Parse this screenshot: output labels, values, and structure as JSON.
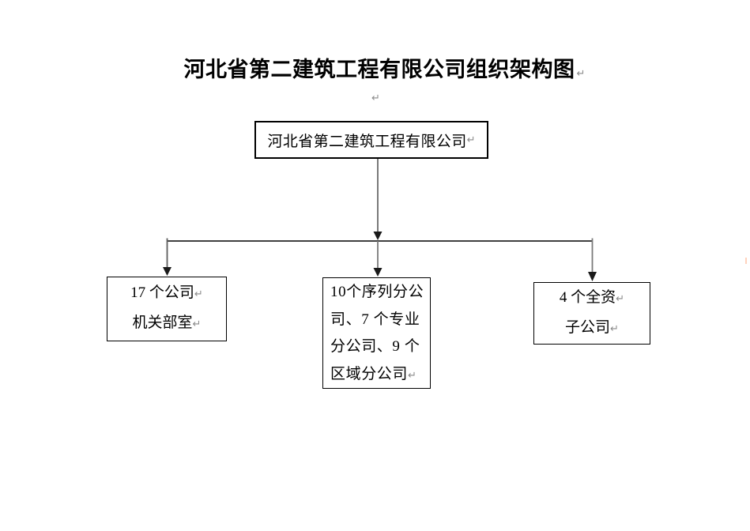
{
  "page": {
    "background": "#ffffff"
  },
  "title": {
    "text": "河北省第二建筑工程有限公司组织架构图"
  },
  "marks": {
    "return_glyph": "↵"
  },
  "org_chart": {
    "type": "org-tree",
    "root": {
      "label": "河北省第二建筑工程有限公司"
    },
    "branches": [
      {
        "label": "17 个公司机关部室",
        "line1": "17 个公司",
        "line2": "机关部室"
      },
      {
        "label": "10个序列分公司、7 个专业分公司、9 个区域分公司",
        "line1": "10个序列分公",
        "line2": "司、7 个专业",
        "line3": "分公司、9 个",
        "line4": "区域分公司"
      },
      {
        "label": "4 个全资子公司",
        "line1": "4 个全资",
        "line2": "子公司"
      }
    ]
  },
  "colors": {
    "text": "#000000",
    "box_border": "#000000",
    "connector_line": "#000000",
    "connector_stem": "#7a7a7a",
    "arrowhead": "#1a1a1a",
    "formatting_mark": "#8a8a8a"
  }
}
